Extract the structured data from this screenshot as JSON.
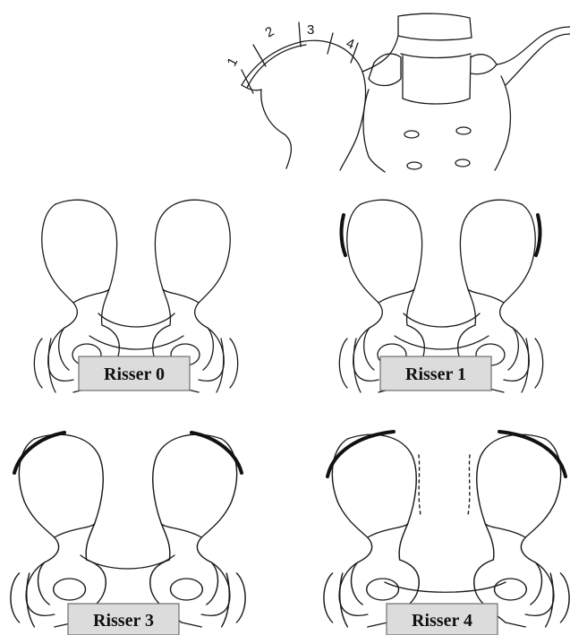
{
  "top_diagram": {
    "zone_numbers": [
      "1",
      "2",
      "3",
      "4"
    ]
  },
  "stages": [
    {
      "label": "Risser 0"
    },
    {
      "label": "Risser 1"
    },
    {
      "label": "Risser 3"
    },
    {
      "label": "Risser 4"
    }
  ]
}
